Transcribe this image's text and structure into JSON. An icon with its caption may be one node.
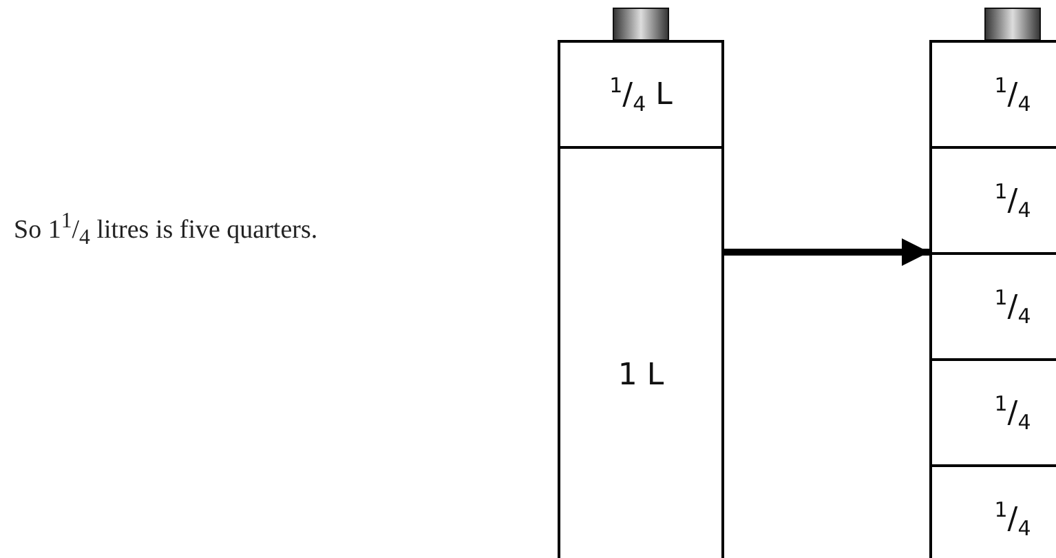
{
  "diagram": {
    "nodes": [
      {
        "text": [],
        "shape": "box"
      },
      {
        "text": [
          "$^{1}$/$_{4}$ L"
        ],
        "in": 0
      },
      {
        "text": [
          "1 L"
        ],
        "in": 0
      },
      {
        "text": [],
        "shape": "box"
      },
      {
        "text": [
          "$^{1}$/$_{4}$"
        ],
        "in": 3
      },
      {
        "text": [
          "$^{1}$/$_{4}$"
        ],
        "in": 3
      },
      {
        "text": [
          "$^{1}$/$_{4}$"
        ],
        "in": 3
      },
      {
        "text": [
          "$^{1}$/$_{4}$"
        ],
        "in": 3
      },
      {
        "text": [
          "$^{1}$/$_{4}$"
        ],
        "in": 3
      }
    ],
    "edges": [
      {
        "from": 0,
        "to": 3,
        "arrow": "to"
      }
    ],
    "labels": [
      "So 1$^{1}$/$_{4}$ litres is five quarters."
    ]
  }
}
